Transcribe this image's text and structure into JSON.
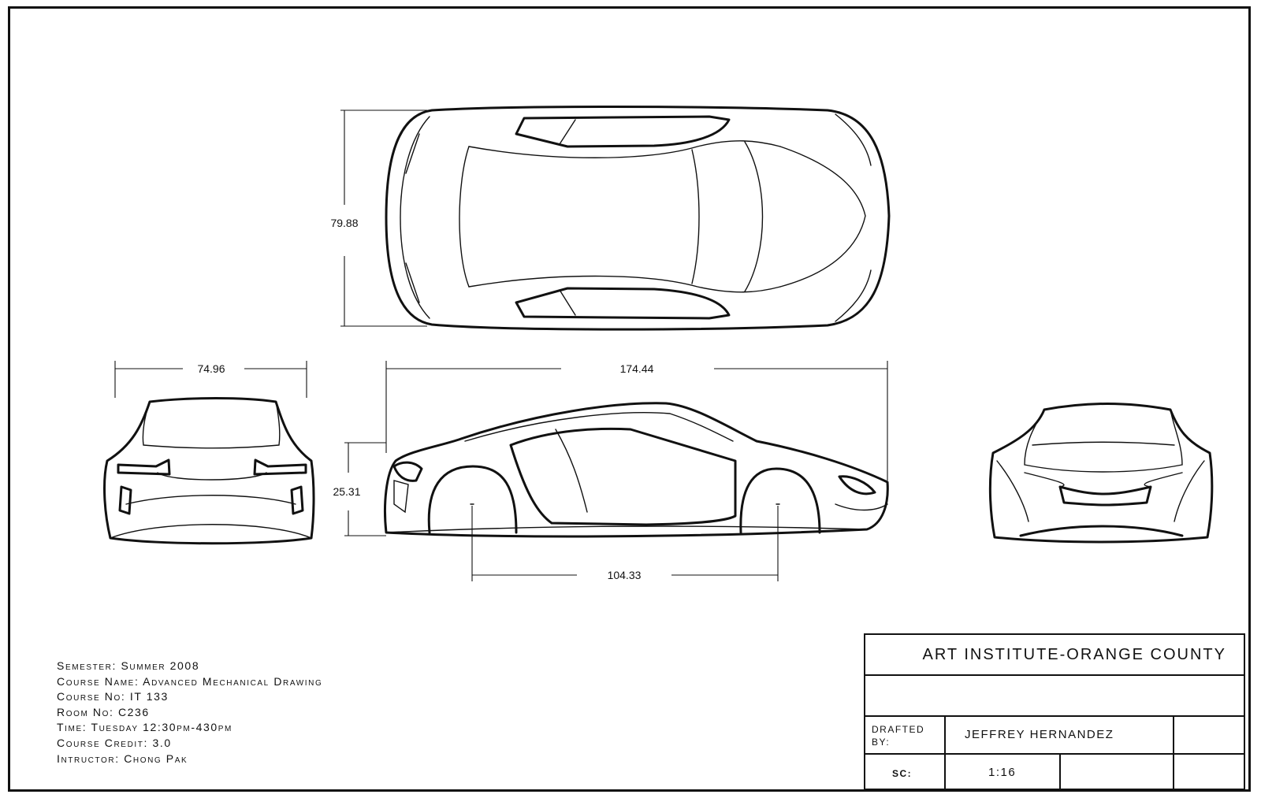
{
  "dimensions": {
    "top_width": "79.88",
    "rear_width": "74.96",
    "length": "174.44",
    "height": "25.31",
    "wheelbase": "104.33"
  },
  "course_info": [
    "Semester:  Summer 2008",
    "Course Name: Advanced Mechanical Drawing",
    "Course No:  IT 133",
    "Room No:  C236",
    "Time: Tuesday 12:30pm-430pm",
    "Course Credit: 3.0",
    "Intructor: Chong Pak"
  ],
  "title_block": {
    "institution": "ART INSTITUTE-ORANGE COUNTY",
    "drafted_by_label": "DRAFTED BY:",
    "drafted_by_value": "JEFFREY HERNANDEZ",
    "scale_label": "SC:",
    "scale_value": "1:16"
  }
}
